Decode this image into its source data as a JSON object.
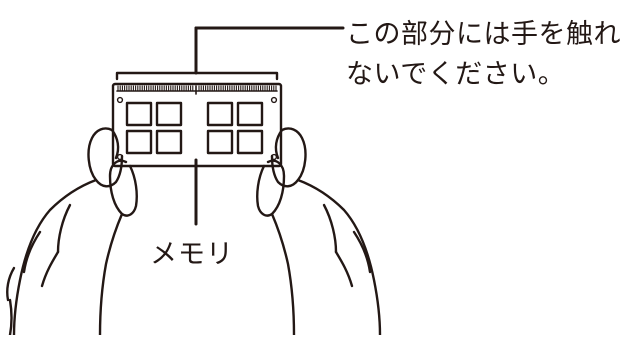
{
  "labels": {
    "caution_line1": "この部分には手を触れ",
    "caution_line2": "ないでください。",
    "memory": "メモリ"
  },
  "colors": {
    "line": "#231815",
    "background": "#ffffff"
  },
  "chips": {
    "left_group_count": 4,
    "right_group_count": 4
  }
}
